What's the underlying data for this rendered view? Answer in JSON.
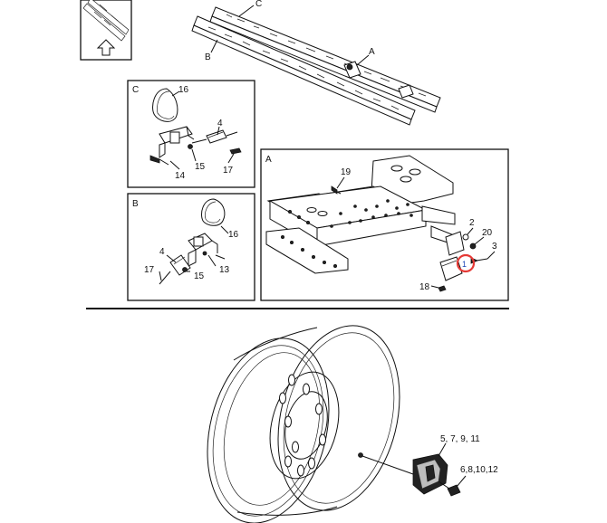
{
  "frame_labels": {
    "c": "C",
    "b": "B",
    "a": "A"
  },
  "overview_labels": {
    "c": "C",
    "b": "B",
    "a": "A"
  },
  "parts": {
    "p1": "1",
    "p2": "2",
    "p3": "3",
    "p4_c": "4",
    "p4_b": "4",
    "p13": "13",
    "p14": "14",
    "p15_c": "15",
    "p15_b": "15",
    "p16_c": "16",
    "p16_b": "16",
    "p17_c": "17",
    "p17_b": "17",
    "p18": "18",
    "p19": "19",
    "p20": "20",
    "sensor_kit": "5, 7, 9, 11",
    "fastener_kit": "6,8,10,12"
  },
  "colors": {
    "highlight": "#e53935",
    "line": "#111111"
  },
  "icons": [
    "arrow-up-icon",
    "highlight-circle-icon"
  ]
}
